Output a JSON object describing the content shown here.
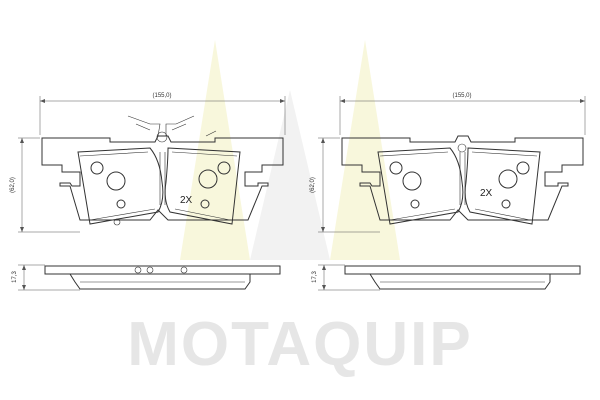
{
  "diagram": {
    "dimensions": {
      "width_label": "(155,0)",
      "height_label": "(62,0)",
      "thickness_label": "17,3"
    },
    "quantity_label": "2X",
    "watermark": {
      "brand": "MOTAQUIP",
      "colors": [
        "#f2f0c0",
        "#e6e6e6"
      ]
    },
    "colors": {
      "line": "#333333",
      "watermark": "#e6e6e6"
    }
  }
}
